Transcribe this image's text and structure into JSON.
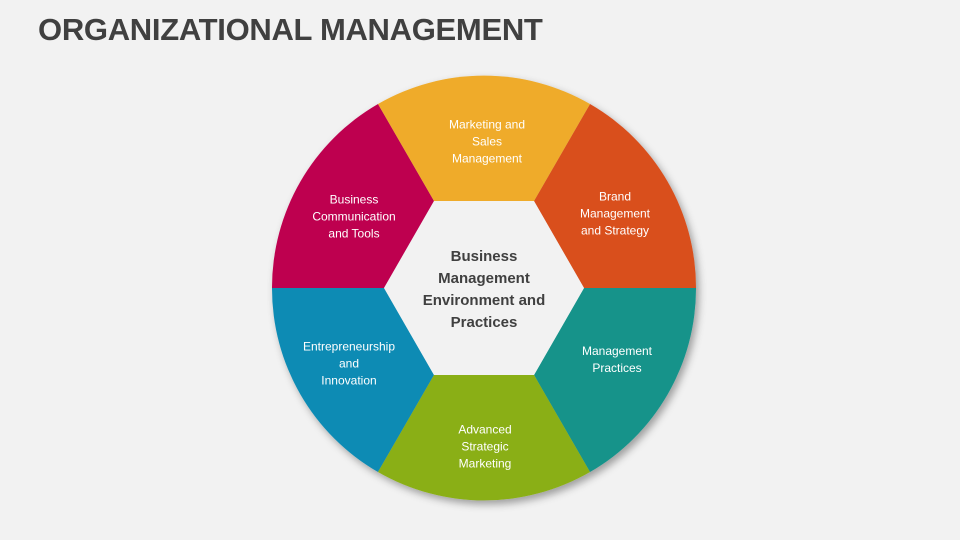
{
  "title": "ORGANIZATIONAL MANAGEMENT",
  "center": {
    "label": "Business\nManagement\nEnvironment and\nPractices",
    "fill": "#f2f2f2",
    "text_color": "#404040"
  },
  "segments": [
    {
      "id": "marketing-sales",
      "label": "Marketing and\nSales\nManagement",
      "color": "#EFAB2B",
      "position": "top"
    },
    {
      "id": "brand-management",
      "label": "Brand\nManagement\nand Strategy",
      "color": "#D9501E",
      "position": "upper-right"
    },
    {
      "id": "management-practices",
      "label": "Management\nPractices",
      "color": "#13938A",
      "position": "lower-right"
    },
    {
      "id": "advanced-strategic-marketing",
      "label": "Advanced\nStrategic\nMarketing",
      "color": "#8AAF14",
      "position": "bottom"
    },
    {
      "id": "entrepreneurship",
      "label": "Entrepreneurship\nand\nInnovation",
      "color": "#118BB4",
      "position": "lower-left"
    },
    {
      "id": "business-communication",
      "label": "Business\nCommunication\nand Tools",
      "color": "#BE0050",
      "position": "upper-left"
    }
  ]
}
